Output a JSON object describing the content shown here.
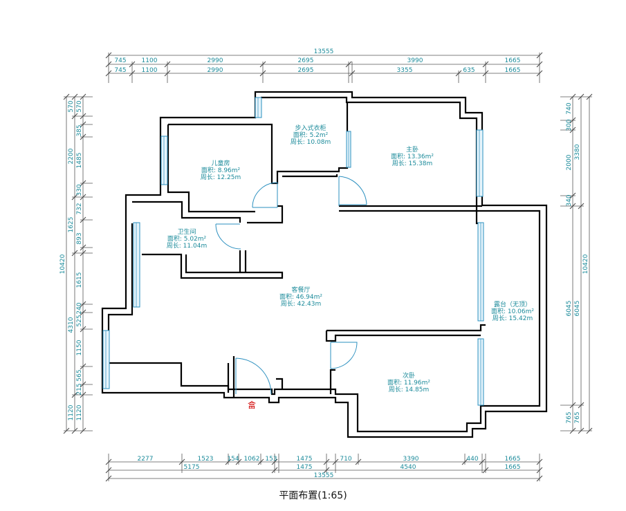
{
  "title": "平面布置(1:65)",
  "entrance_symbol": "畣",
  "rooms": {
    "walkin": {
      "name": "步入式衣柜",
      "area": "面积: 5.2m²",
      "perimeter": "周长: 10.08m"
    },
    "master": {
      "name": "主卧",
      "area": "面积: 13.36m²",
      "perimeter": "周长: 15.38m"
    },
    "kids": {
      "name": "儿童房",
      "area": "面积: 8.96m²",
      "perimeter": "周长: 12.25m"
    },
    "bath": {
      "name": "卫生间",
      "area": "面积: 5.02m²",
      "perimeter": "周长: 11.04m"
    },
    "living": {
      "name": "客餐厅",
      "area": "面积: 46.94m²",
      "perimeter": "周长: 42.43m"
    },
    "terrace": {
      "name": "露台（无顶）",
      "area": "面积: 10.06m²",
      "perimeter": "周长: 15.42m"
    },
    "second": {
      "name": "次卧",
      "area": "面积: 11.96m²",
      "perimeter": "周长: 14.85m"
    }
  },
  "dims": {
    "top_total": "13555",
    "top_row2": [
      "745",
      "1100",
      "2990",
      "2695",
      "3990",
      "1665"
    ],
    "top_row3": [
      "745",
      "1100",
      "2990",
      "2695",
      "3355",
      "635",
      "1665"
    ],
    "bottom_row1": [
      "2277",
      "1523",
      "154",
      "1062",
      "153",
      "1475",
      "710",
      "3390",
      "440",
      "1665"
    ],
    "bottom_row2": [
      "5175",
      "1475",
      "4540",
      "1665"
    ],
    "bottom_total": "13555",
    "left_total": "10420",
    "left_row2": [
      "570",
      "2200",
      "1625",
      "4310",
      "1120"
    ],
    "left_row3": [
      "570",
      "385",
      "1485",
      "330",
      "732",
      "893",
      "1615",
      "240",
      "525",
      "1150",
      "565",
      "215",
      "1120"
    ],
    "right_total": "10420",
    "right_row1": [
      "740",
      "300",
      "2000",
      "340",
      "6045",
      "765"
    ],
    "right_row2": [
      "3380",
      "6045",
      "765"
    ]
  }
}
